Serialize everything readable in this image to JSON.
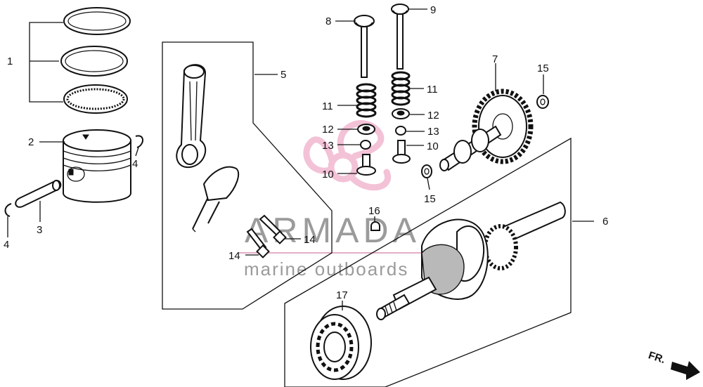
{
  "callouts": [
    {
      "id": "c1",
      "label": "1"
    },
    {
      "id": "c2",
      "label": "2"
    },
    {
      "id": "c3",
      "label": "3"
    },
    {
      "id": "c4a",
      "label": "4"
    },
    {
      "id": "c4b",
      "label": "4"
    },
    {
      "id": "c5",
      "label": "5"
    },
    {
      "id": "c6",
      "label": "6"
    },
    {
      "id": "c7",
      "label": "7"
    },
    {
      "id": "c8",
      "label": "8"
    },
    {
      "id": "c9",
      "label": "9"
    },
    {
      "id": "c10a",
      "label": "10"
    },
    {
      "id": "c10b",
      "label": "10"
    },
    {
      "id": "c11a",
      "label": "11"
    },
    {
      "id": "c11b",
      "label": "11"
    },
    {
      "id": "c12a",
      "label": "12"
    },
    {
      "id": "c12b",
      "label": "12"
    },
    {
      "id": "c13a",
      "label": "13"
    },
    {
      "id": "c13b",
      "label": "13"
    },
    {
      "id": "c14a",
      "label": "14"
    },
    {
      "id": "c14b",
      "label": "14"
    },
    {
      "id": "c15a",
      "label": "15"
    },
    {
      "id": "c15b",
      "label": "15"
    },
    {
      "id": "c16",
      "label": "16"
    },
    {
      "id": "c17",
      "label": "17"
    }
  ],
  "watermark": {
    "brand": "ARMADA",
    "tagline": "marine outboards",
    "colors": {
      "propeller": "#f2b8cf",
      "text": "#8a8a8a",
      "line": "#e0a0bd"
    }
  },
  "front_marker": {
    "label": "FR.",
    "icon": "arrow-right-icon"
  }
}
